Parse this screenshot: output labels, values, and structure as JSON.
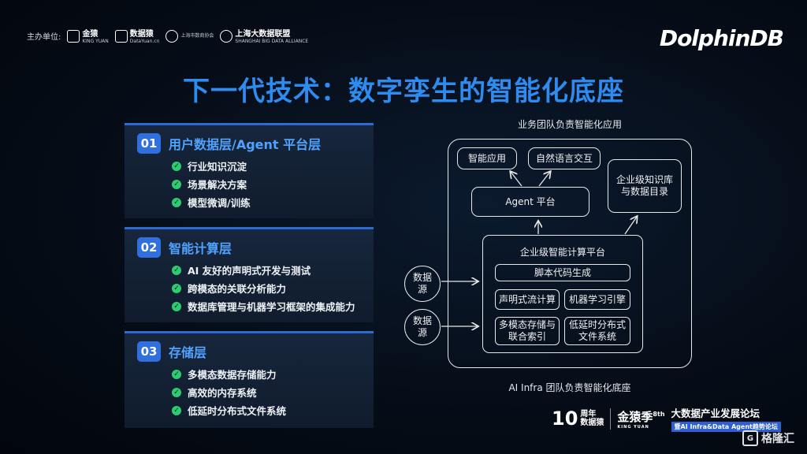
{
  "header": {
    "hosts_label": "主办单位:",
    "host_logos": [
      {
        "name": "金猿",
        "sub": "KING YUAN"
      },
      {
        "name": "数据猿",
        "sub": "DataYuan.cn"
      },
      {
        "name": "",
        "sub": "上海市数商协会"
      },
      {
        "name": "上海大数据联盟",
        "sub": "SHANGHAI BIG DATA ALLIANCE"
      }
    ],
    "brand": "DolphinDB"
  },
  "title": "下一代技术：数字孪生的智能化底座",
  "cards": [
    {
      "num": "01",
      "title": "用户数据层/Agent 平台层",
      "items": [
        "行业知识沉淀",
        "场景解决方案",
        "模型微调/训练"
      ]
    },
    {
      "num": "02",
      "title": "智能计算层",
      "items": [
        "AI 友好的声明式开发与测试",
        "跨模态的关联分析能力",
        "数据库管理与机器学习框架的集成能力"
      ]
    },
    {
      "num": "03",
      "title": "存储层",
      "items": [
        "多模态数据存储能力",
        "高效的内存系统",
        "低延时分布式文件系统"
      ]
    }
  ],
  "diagram": {
    "top_label": "业务团队负责智能化应用",
    "bottom_label": "AI Infra 团队负责智能化底座",
    "smart_app": "智能应用",
    "nl_interaction": "自然语言交互",
    "agent_platform": "Agent 平台",
    "knowledge_base": "企业级知识库\n与数据目录",
    "compute_platform": "企业级智能计算平台",
    "script_gen": "脚本代码生成",
    "declarative_stream": "声明式流计算",
    "ml_engine": "机器学习引擎",
    "multimodal_storage": "多模态存储与\n联合索引",
    "low_latency_fs": "低延时分布式\n文件系统",
    "data_source_1": "数据\n源",
    "data_source_2": "数据\n源"
  },
  "footer": {
    "anniv_num": "10",
    "anniv_text": "周年\n数据猿",
    "kingyuan": "金猿季",
    "kingyuan_sub": "KING YUAN",
    "edition": "8th",
    "forum_title": "大数据产业发展论坛",
    "forum_sub": "暨AI Infra&Data Agent趋势论坛",
    "watermark": "格隆汇"
  },
  "colors": {
    "accent": "#2e8bf0",
    "card_badge": "#2f6fde",
    "check": "#2ecc71"
  }
}
